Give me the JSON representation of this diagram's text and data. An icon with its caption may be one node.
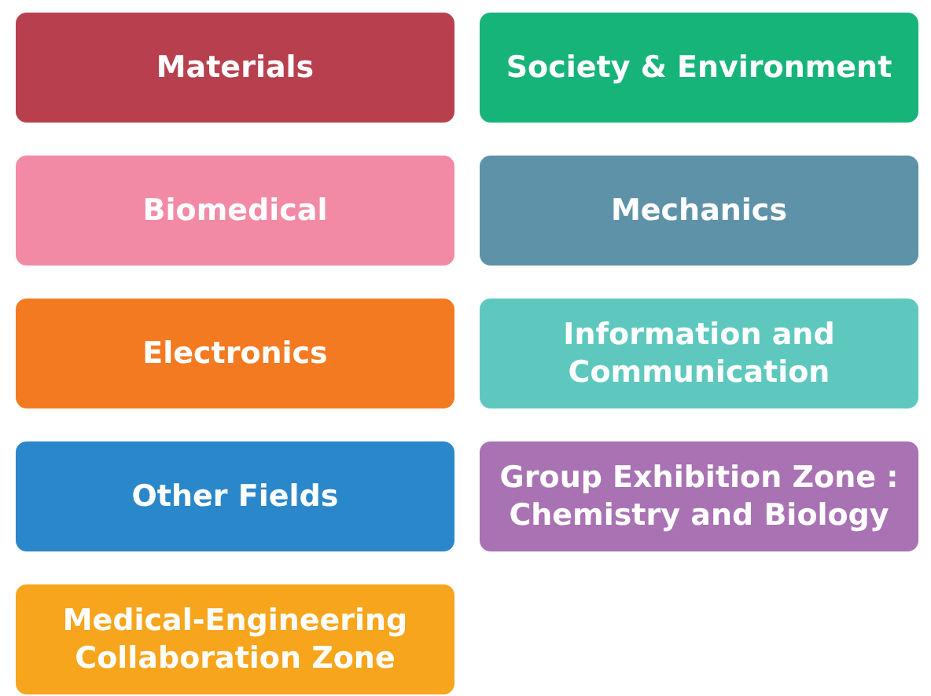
{
  "diagram": {
    "nodes": [
      {
        "text": [
          "Materials"
        ]
      },
      {
        "text": [
          "Society & Environment"
        ]
      },
      {
        "text": [
          "Biomedical"
        ]
      },
      {
        "text": [
          "Mechanics"
        ]
      },
      {
        "text": [
          "Electronics"
        ]
      },
      {
        "text": [
          "Information and Communication"
        ]
      },
      {
        "text": [
          "Other Fields"
        ]
      },
      {
        "text": [
          "Group Exhibition Zone : Chemistry and Biology"
        ]
      },
      {
        "text": [
          "Medical-Engineering Collaboration Zone"
        ]
      }
    ]
  }
}
